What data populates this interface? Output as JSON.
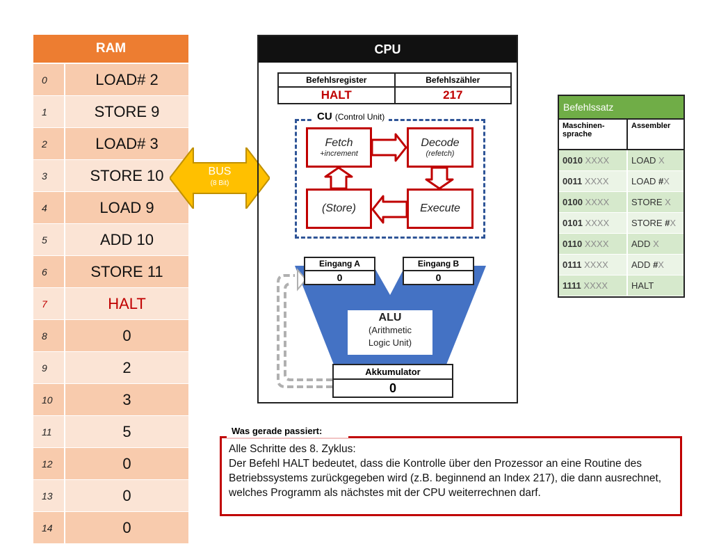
{
  "ram": {
    "title": "RAM",
    "current_index": 7,
    "rows": [
      {
        "index": "0",
        "value": "LOAD# 2"
      },
      {
        "index": "1",
        "value": "STORE 9"
      },
      {
        "index": "2",
        "value": "LOAD# 3"
      },
      {
        "index": "3",
        "value": "STORE 10"
      },
      {
        "index": "4",
        "value": "LOAD 9"
      },
      {
        "index": "5",
        "value": "ADD 10"
      },
      {
        "index": "6",
        "value": "STORE 11"
      },
      {
        "index": "7",
        "value": "HALT"
      },
      {
        "index": "8",
        "value": "0"
      },
      {
        "index": "9",
        "value": "2"
      },
      {
        "index": "10",
        "value": "3"
      },
      {
        "index": "11",
        "value": "5"
      },
      {
        "index": "12",
        "value": "0"
      },
      {
        "index": "13",
        "value": "0"
      },
      {
        "index": "14",
        "value": "0"
      }
    ]
  },
  "bus": {
    "label": "BUS",
    "sublabel": "(8 Bit)",
    "color": "#ffc000"
  },
  "cpu": {
    "title": "CPU",
    "befehlsregister": {
      "label": "Befehlsregister",
      "value": "HALT"
    },
    "befehlszaehler": {
      "label": "Befehlszähler",
      "value": "217"
    },
    "cu": {
      "title": "CU",
      "subtitle": "(Control Unit)",
      "fetch": {
        "name": "Fetch",
        "note": "+increment"
      },
      "decode": {
        "name": "Decode",
        "note": "(refetch)"
      },
      "store": {
        "name": "(Store)"
      },
      "execute": {
        "name": "Execute"
      }
    },
    "eingang_a": {
      "label": "Eingang A",
      "value": "0"
    },
    "eingang_b": {
      "label": "Eingang B",
      "value": "0"
    },
    "alu": {
      "title": "ALU",
      "line1": "(Arithmetic",
      "line2": "Logic Unit)"
    },
    "akkumulator": {
      "label": "Akkumulator",
      "value": "0"
    }
  },
  "befehlssatz": {
    "title": "Befehlssatz",
    "col1": "Maschinen-sprache",
    "col2": "Assembler",
    "rows": [
      {
        "code": "0010",
        "operand": " XXXX",
        "mnemonic": "LOAD ",
        "arg": "X"
      },
      {
        "code": "0011",
        "operand": " XXXX",
        "mnemonic": "LOAD ",
        "arg": "#X"
      },
      {
        "code": "0100",
        "operand": " XXXX",
        "mnemonic": "STORE ",
        "arg": "X"
      },
      {
        "code": "0101",
        "operand": " XXXX",
        "mnemonic": "STORE ",
        "arg": "#X"
      },
      {
        "code": "0110",
        "operand": " XXXX",
        "mnemonic": "ADD ",
        "arg": "X"
      },
      {
        "code": "0111",
        "operand": " XXXX",
        "mnemonic": "ADD ",
        "arg": "#X"
      },
      {
        "code": "1111",
        "operand": " XXXX",
        "mnemonic": "HALT",
        "arg": ""
      }
    ]
  },
  "status": {
    "label": "Was gerade passiert:",
    "heading": "Alle Schritte des 8. Zyklus:",
    "text": "Der Befehl HALT bedeutet, dass die Kontrolle über den Prozessor an eine Routine des Betriebssystems zurückgegeben wird (z.B. beginnend an Index 217), die dann ausrechnet, welches Programm als nächstes mit der CPU weiterrechnen darf."
  },
  "colors": {
    "ram_header": "#ed7d31",
    "ram_row_dark": "#f8cbad",
    "ram_row_light": "#fbe4d5",
    "highlight_red": "#c00000",
    "alu_blue": "#4472c4",
    "cu_border": "#2f5597",
    "isa_header": "#70ad47"
  }
}
